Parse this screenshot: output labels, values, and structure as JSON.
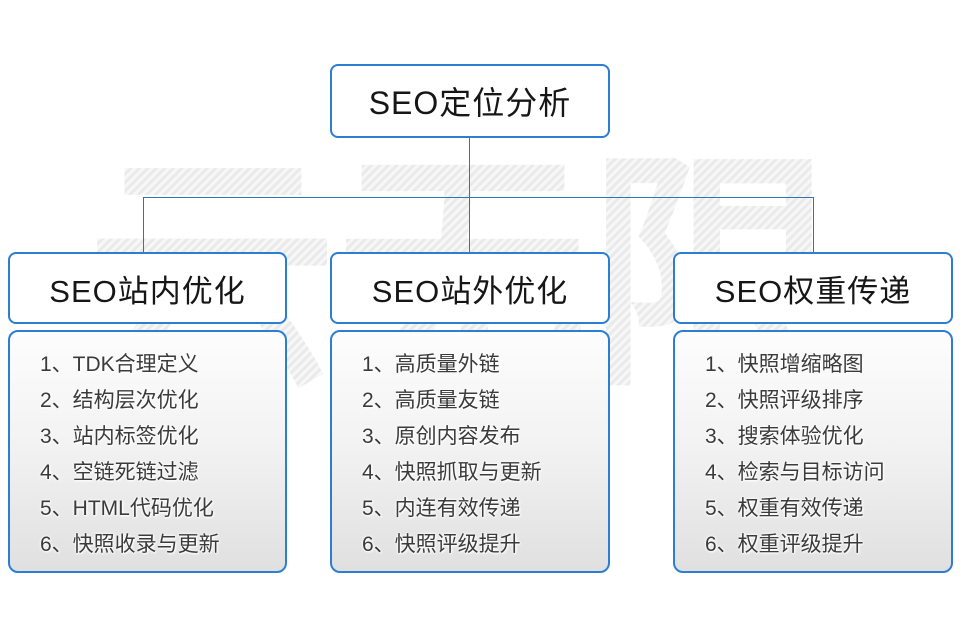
{
  "root": {
    "label": "SEO定位分析"
  },
  "watermark": {
    "text": "云无限"
  },
  "colors": {
    "box_border": "#2b7ed3",
    "connector_line": "#2e75b6",
    "header_text": "#161616",
    "list_text": "#3b3b3b",
    "panel_gradient_bottom": "#e0e0e0",
    "watermark_gray": "#ebebeb"
  },
  "columns": [
    {
      "header": "SEO站内优化",
      "items": [
        "1、TDK合理定义",
        "2、结构层次优化",
        "3、站内标签优化",
        "4、空链死链过滤",
        "5、HTML代码优化",
        "6、快照收录与更新"
      ]
    },
    {
      "header": "SEO站外优化",
      "items": [
        "1、高质量外链",
        "2、高质量友链",
        "3、原创内容发布",
        "4、快照抓取与更新",
        "5、内连有效传递",
        "6、快照评级提升"
      ]
    },
    {
      "header": "SEO权重传递",
      "items": [
        "1、快照增缩略图",
        "2、快照评级排序",
        "3、搜索体验优化",
        "4、检索与目标访问",
        "5、权重有效传递",
        "6、权重评级提升"
      ]
    }
  ]
}
